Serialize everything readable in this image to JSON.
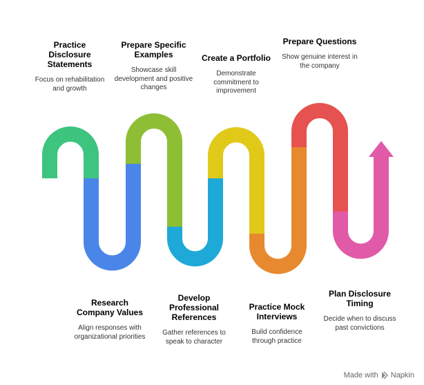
{
  "steps": [
    {
      "title": "Practice Disclosure Statements",
      "desc": "Focus on rehabilitation and growth",
      "color": "#3DC47E",
      "position": "top"
    },
    {
      "title": "Research Company Values",
      "desc": "Align responses with organizational priorities",
      "color": "#4A86E8",
      "position": "bottom"
    },
    {
      "title": "Prepare Specific Examples",
      "desc": "Showcase skill development and positive changes",
      "color": "#8DBE34",
      "position": "top"
    },
    {
      "title": "Develop Professional References",
      "desc": "Gather references to speak to character",
      "color": "#1EA9D8",
      "position": "bottom"
    },
    {
      "title": "Create a Portfolio",
      "desc": "Demonstrate commitment to improvement",
      "color": "#E1C91A",
      "position": "top"
    },
    {
      "title": "Practice Mock Interviews",
      "desc": "Build confidence through practice",
      "color": "#E7892F",
      "position": "bottom"
    },
    {
      "title": "Prepare Questions",
      "desc": "Show genuine interest in the company",
      "color": "#E65250",
      "position": "top"
    },
    {
      "title": "Plan Disclosure Timing",
      "desc": "Decide when to discuss past convictions",
      "color": "#E15AA8",
      "position": "bottom"
    }
  ],
  "footer": {
    "made_with": "Made with",
    "brand": "Napkin"
  }
}
